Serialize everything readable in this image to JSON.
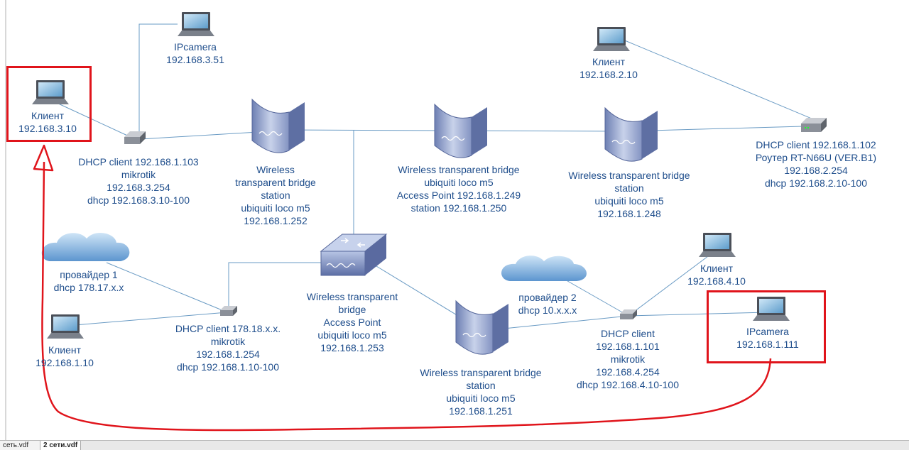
{
  "nodes": {
    "client_3": [
      "Клиент",
      "192.168.3.10"
    ],
    "ipcam_3": [
      "IPcamera",
      "192.168.3.51"
    ],
    "mikrotik_3": [
      "DHCP client 192.168.1.103",
      "mikrotik",
      "192.168.3.254",
      "dhcp 192.168.3.10-100"
    ],
    "bridge_252": [
      "Wireless",
      "transparent bridge",
      "station",
      "ubiquiti loco m5",
      "192.168.1.252"
    ],
    "bridge_249": [
      "Wireless transparent bridge",
      "ubiquiti loco m5",
      "Access Point 192.168.1.249",
      "station 192.168.1.250"
    ],
    "bridge_248": [
      "Wireless transparent bridge",
      "station",
      "ubiquiti loco m5",
      "192.168.1.248"
    ],
    "client_2": [
      "Клиент",
      "192.168.2.10"
    ],
    "router_2": [
      "DHCP client 192.168.1.102",
      "Роутер RT-N66U (VER.B1)",
      "192.168.2.254",
      "dhcp 192.168.2.10-100"
    ],
    "provider_1": [
      "провайдер 1",
      "dhcp 178.17.x.x"
    ],
    "client_1": [
      "Клиент",
      "192.168.1.10"
    ],
    "mikrotik_1": [
      "DHCP client 178.18.x.x.",
      "mikrotik",
      "192.168.1.254",
      "dhcp 192.168.1.10-100"
    ],
    "ap_253": [
      "Wireless transparent",
      "bridge",
      "Access Point",
      "ubiquiti loco m5",
      "192.168.1.253"
    ],
    "bridge_251": [
      "Wireless transparent bridge",
      "station",
      "ubiquiti loco m5",
      "192.168.1.251"
    ],
    "provider_2": [
      "провайдер 2",
      "dhcp 10.x.x.x"
    ],
    "mikrotik_4": [
      "DHCP client",
      "192.168.1.101",
      "mikrotik",
      "192.168.4.254",
      "dhcp 192.168.4.10-100"
    ],
    "client_4": [
      "Клиент",
      "192.168.4.10"
    ],
    "ipcam_1": [
      "IPcamera",
      "192.168.1.111"
    ]
  },
  "tabs": [
    "сеть.vdf",
    "2 сети.vdf"
  ],
  "colors": {
    "label": "#1f4e8c",
    "line": "#6a9bc4",
    "highlight": "#e0141b",
    "cloud": "#6fa8dc",
    "device": "#8fa0c8"
  }
}
